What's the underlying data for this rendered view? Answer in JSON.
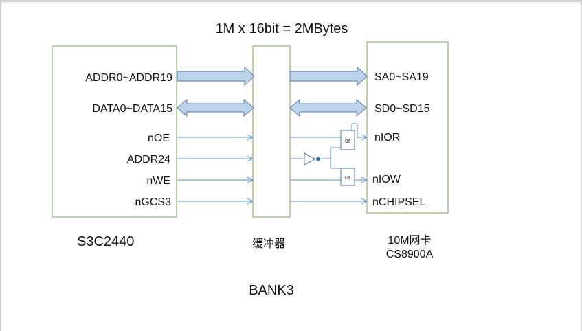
{
  "title": "1M x 16bit = 2MBytes",
  "soc": {
    "name": "S3C2440",
    "signals": [
      "ADDR0~ADDR19",
      "DATA0~DATA15",
      "nOE",
      "ADDR24",
      "nWE",
      "nGCS3"
    ]
  },
  "buffer": {
    "name": "缓冲器"
  },
  "nic": {
    "name_line1": "10M网卡",
    "name_line2": "CS8900A",
    "signals": [
      "SA0~SA19",
      "SD0~SD15",
      "nIOR",
      "nIOW",
      "nCHIPSEL"
    ]
  },
  "gates": {
    "or_label": "or"
  },
  "bank": "BANK3",
  "colors": {
    "box_border": "#7aa35a",
    "arrow_fill": "#bcd3ea",
    "arrow_stroke": "#4f7aa8",
    "wire": "#5b8fcf"
  }
}
